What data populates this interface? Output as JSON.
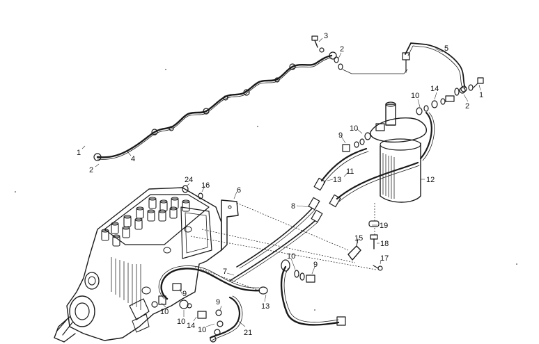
{
  "diagram": {
    "type": "exploded-parts-diagram",
    "ink_color": "#1a1a1a",
    "background_color": "#ffffff",
    "callouts": [
      {
        "id": "c3",
        "text": "3"
      },
      {
        "id": "c2a",
        "text": "2"
      },
      {
        "id": "c5",
        "text": "5"
      },
      {
        "id": "c10a",
        "text": "10"
      },
      {
        "id": "c14a",
        "text": "14"
      },
      {
        "id": "c2b",
        "text": "2"
      },
      {
        "id": "c1a",
        "text": "1"
      },
      {
        "id": "c1b",
        "text": "1"
      },
      {
        "id": "c2c",
        "text": "2"
      },
      {
        "id": "c4",
        "text": "4"
      },
      {
        "id": "c10b",
        "text": "10"
      },
      {
        "id": "c9a",
        "text": "9"
      },
      {
        "id": "c11",
        "text": "11"
      },
      {
        "id": "c13a",
        "text": "13"
      },
      {
        "id": "c12",
        "text": "12"
      },
      {
        "id": "c24",
        "text": "24"
      },
      {
        "id": "c16",
        "text": "16"
      },
      {
        "id": "c6",
        "text": "6"
      },
      {
        "id": "c8",
        "text": "8"
      },
      {
        "id": "c19",
        "text": "19"
      },
      {
        "id": "c15",
        "text": "15"
      },
      {
        "id": "c18",
        "text": "18"
      },
      {
        "id": "c17",
        "text": "17"
      },
      {
        "id": "c10c",
        "text": "10"
      },
      {
        "id": "c9b",
        "text": "9"
      },
      {
        "id": "c7",
        "text": "7"
      },
      {
        "id": "c13b",
        "text": "13"
      },
      {
        "id": "c9c",
        "text": "9"
      },
      {
        "id": "c10d",
        "text": "10"
      },
      {
        "id": "c10e",
        "text": "10"
      },
      {
        "id": "c14b",
        "text": "14"
      },
      {
        "id": "c9d",
        "text": "9"
      },
      {
        "id": "c10f",
        "text": "10"
      },
      {
        "id": "c21",
        "text": "21"
      }
    ]
  }
}
